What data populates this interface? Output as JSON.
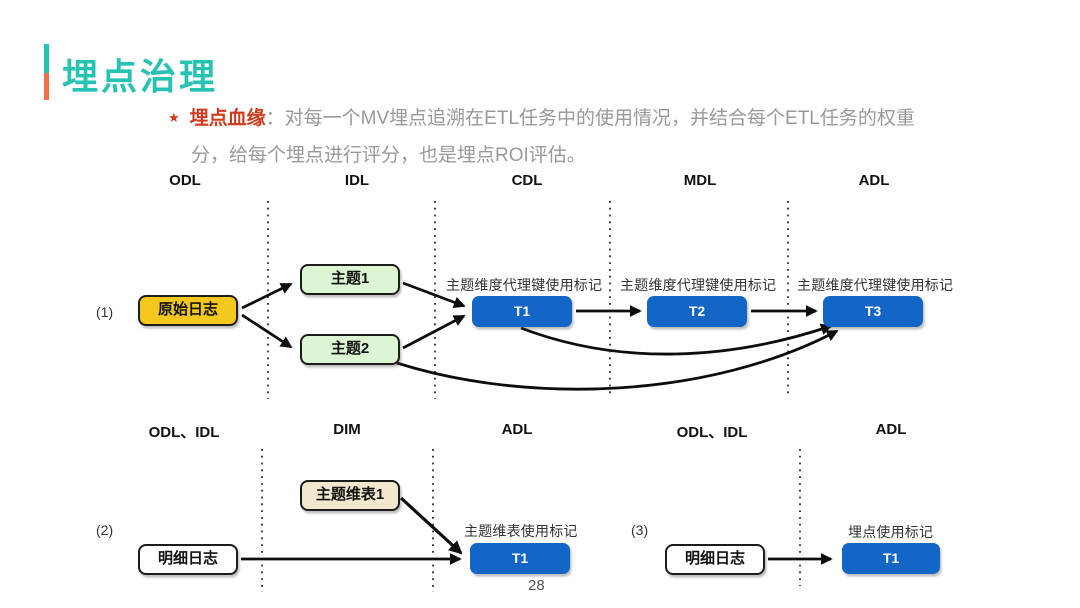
{
  "slide_title": "埋点治理",
  "bullet": {
    "marker": "★",
    "term": "埋点血缘",
    "text_line1": "：对每一个MV埋点追溯在ETL任务中的使用情况，并结合每个ETL任务的权重",
    "text_line2": "分，给每个埋点进行评分，也是埋点ROI评估。"
  },
  "diagram1": {
    "index": "(1)",
    "columns": [
      "ODL",
      "IDL",
      "CDL",
      "MDL",
      "ADL"
    ],
    "annotations": [
      "主题维度代理键使用标记",
      "主题维度代理键使用标记",
      "主题维度代理键使用标记"
    ],
    "nodes": {
      "source": "原始日志",
      "topic1": "主题1",
      "topic2": "主题2",
      "t1": "T1",
      "t2": "T2",
      "t3": "T3"
    }
  },
  "diagram2": {
    "index": "(2)",
    "columns": [
      "ODL、IDL",
      "DIM",
      "ADL"
    ],
    "annotation": "主题维表使用标记",
    "nodes": {
      "source": "明细日志",
      "dim": "主题维表1",
      "t1": "T1"
    }
  },
  "diagram3": {
    "index": "(3)",
    "columns": [
      "ODL、IDL",
      "ADL"
    ],
    "annotation": "埋点使用标记",
    "nodes": {
      "source": "明细日志",
      "t1": "T1"
    }
  },
  "page_number": "28",
  "colors": {
    "title_teal": "#26c3b2",
    "accent_orange": "#f06e48",
    "bullet_red": "#cf3a1d",
    "body_gray": "#999999",
    "node_yellow": "#f3c71c",
    "node_green": "#dcf5d2",
    "node_blue": "#1365c6",
    "node_tan": "#f1e8ce",
    "node_white": "#ffffff",
    "arrow_black": "#0d0d0d"
  }
}
